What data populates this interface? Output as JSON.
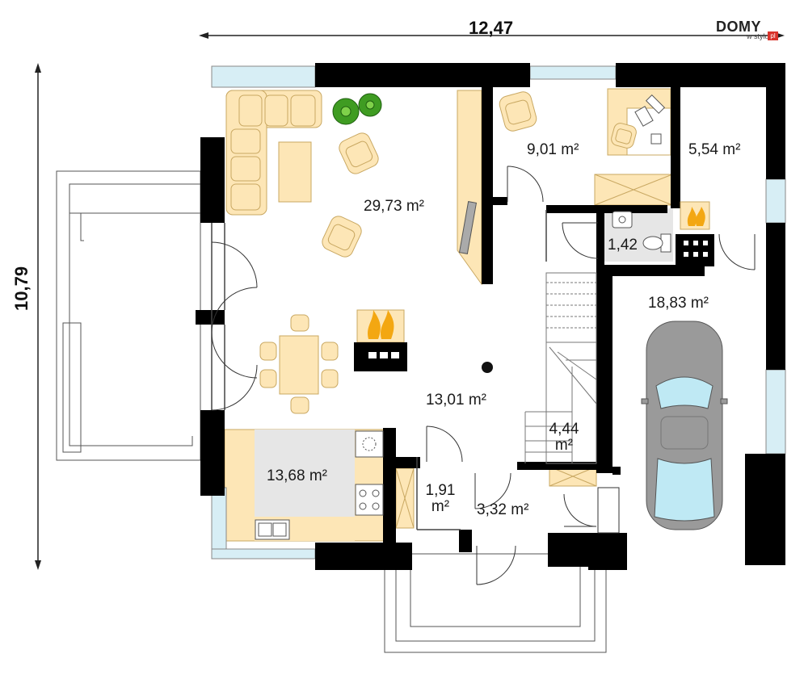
{
  "dimensions": {
    "width": "12,47",
    "height": "10,79"
  },
  "logo": {
    "main": "DOMY",
    "sub": "w stylu",
    "suffix": "pl"
  },
  "rooms": {
    "living": "29,73 m²",
    "office": "9,01 m²",
    "boiler": "5,54 m²",
    "wc": "1,42",
    "hall": "13,01 m²",
    "kitchen": "13,68 m²",
    "pantry": "1,91 m²",
    "vestibule": "3,32 m²",
    "storage": "4,44 m²",
    "garage": "18,83 m²"
  },
  "colors": {
    "wall": "#000000",
    "furniture": "#fde6b6",
    "furniture_stroke": "#c9a862",
    "floor_white": "#ffffff",
    "counter_grey": "#e6e6e6",
    "window_blue": "#d7eef5",
    "fire": "#f3a712",
    "car_body": "#9a9a9a",
    "car_glass": "#bfe9f4",
    "plant": "#3f9c22"
  }
}
